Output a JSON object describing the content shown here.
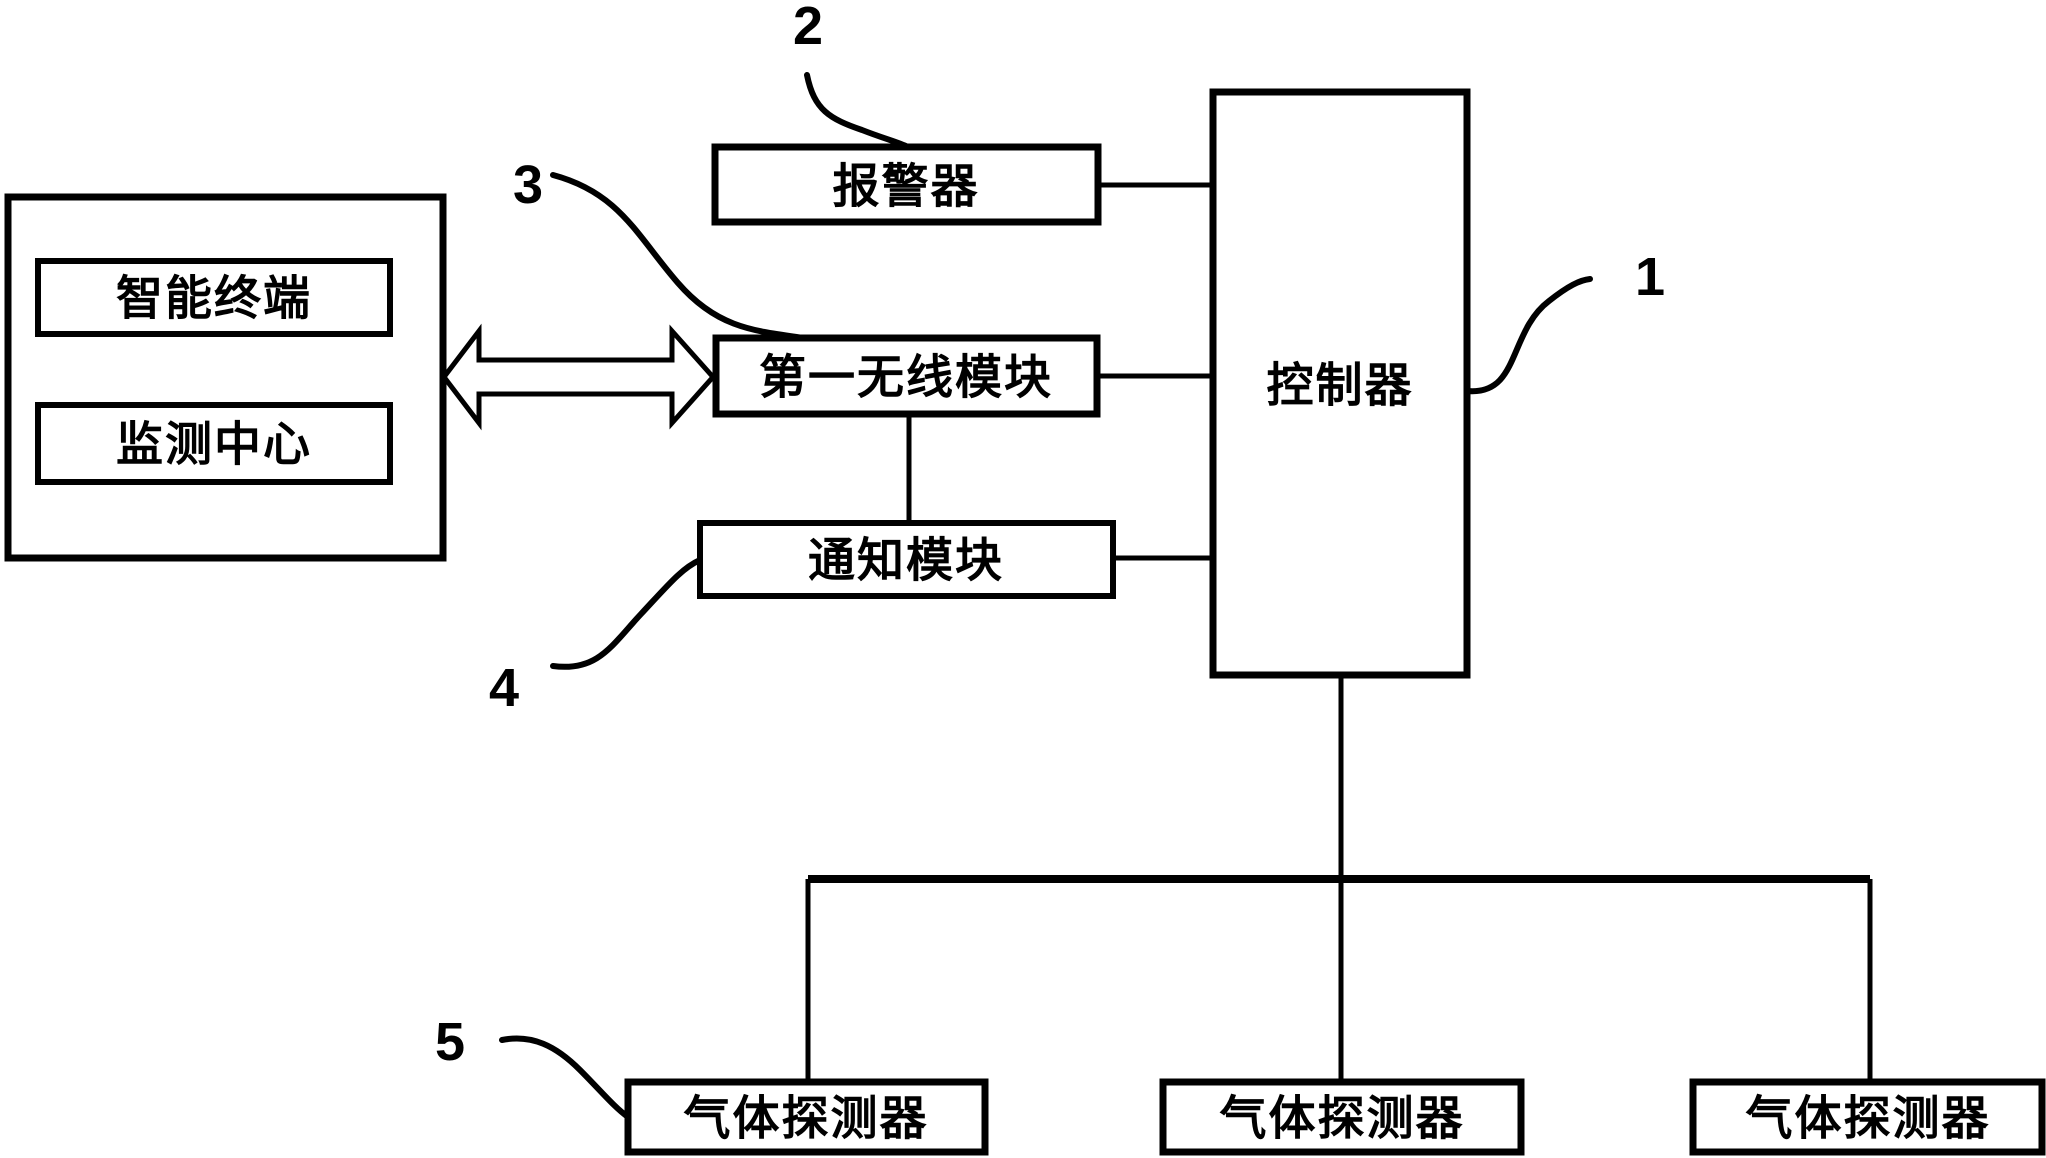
{
  "figure": {
    "background_color": "#ffffff",
    "line_color": "#000000",
    "nodes": {
      "smart_terminal": "智能终端",
      "monitoring_center": "监测中心",
      "alarm": "报警器",
      "first_wireless_module": "第一无线模块",
      "notification_module": "通知模块",
      "controller": "控制器",
      "gas_detector_1": "气体探测器",
      "gas_detector_2": "气体探测器",
      "gas_detector_3": "气体探测器"
    },
    "ref_labels": {
      "controller_ref": "1",
      "alarm_ref": "2",
      "wireless_ref": "3",
      "notification_ref": "4",
      "gas_detector_ref": "5"
    }
  }
}
